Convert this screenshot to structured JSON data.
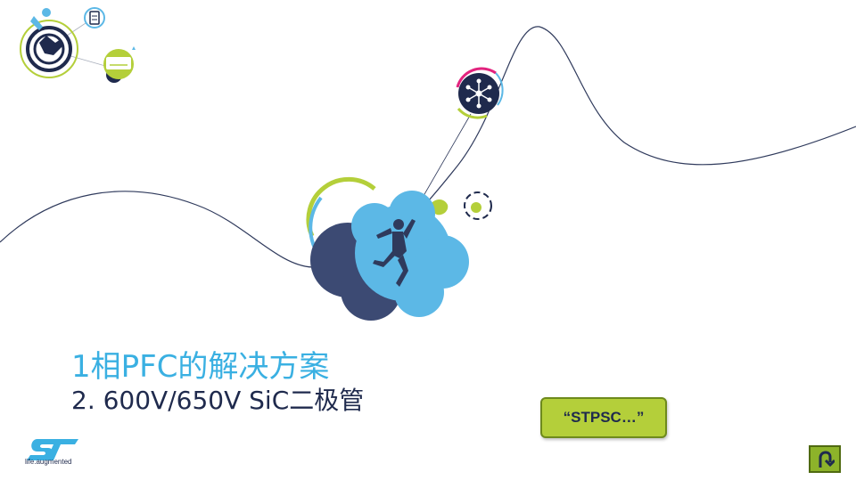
{
  "slide": {
    "title_line1": "1相PFC的解决方案",
    "title_line2": "2. 600V/650V SiC二极管",
    "cta_button": "“STPSC…”",
    "logo_tagline": "life.augmented"
  },
  "colors": {
    "title_blue": "#3ab0e2",
    "navy": "#1f2a4d",
    "cloud_navy": "#3c4a73",
    "cloud_light": "#5cb8e6",
    "lime": "#b4cf3a",
    "magenta": "#e2237e",
    "back_green": "#8db32a"
  },
  "icons": [
    "robot-arm-icon",
    "document-icon",
    "air-conditioner-icon",
    "network-icon",
    "target-icon",
    "back-arrow-icon"
  ]
}
